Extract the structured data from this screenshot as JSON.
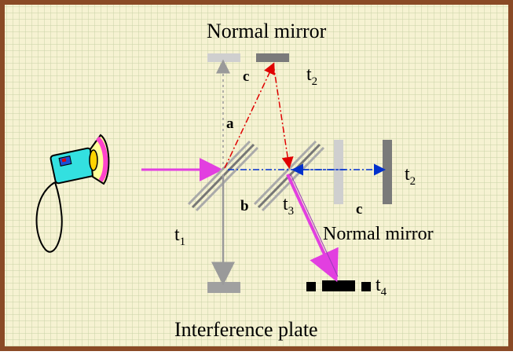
{
  "colors": {
    "frame": "#8a4a26",
    "background": "#f6f2d2",
    "grid": "#c8d2a6",
    "incoming_beam": "#e23fe0",
    "red_beam": "#e00000",
    "blue_beam": "#0030cc",
    "gray": "#a0a0a0",
    "speaker_body": "#33e0e0",
    "speaker_horn": "#ff44cc"
  },
  "labels": {
    "top_mirror": "Normal mirror",
    "right_mirror": "Normal mirror",
    "plate": "Interference plate",
    "path_a": "a",
    "path_b": "b",
    "path_c_top": "c",
    "path_c_right": "c",
    "t1": {
      "main": "t",
      "sub": "1"
    },
    "t2_top": {
      "main": "t",
      "sub": "2"
    },
    "t2_right": {
      "main": "t",
      "sub": "2"
    },
    "t3": {
      "main": "t",
      "sub": "3"
    },
    "t4": {
      "main": "t",
      "sub": "4"
    }
  },
  "icons": {
    "source": "speaker-icon"
  }
}
